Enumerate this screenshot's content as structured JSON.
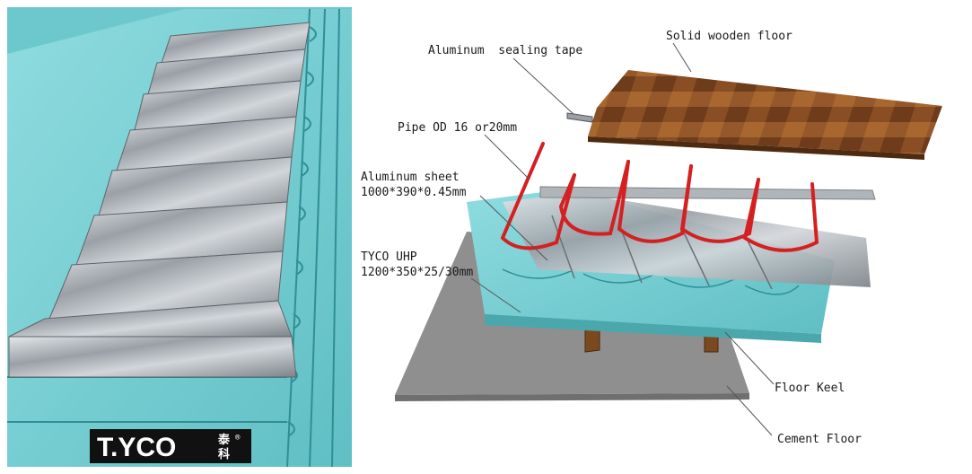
{
  "brand": {
    "logo_text": "T.YCO",
    "logo_cjk_top": "泰",
    "logo_cjk_bottom": "科",
    "registered_mark": "®"
  },
  "labels": {
    "sealing_tape": "Aluminum  sealing tape",
    "wooden_floor": "Solid wooden floor",
    "pipe": "Pipe OD 16 or20mm",
    "sheet_name": "Aluminum sheet",
    "sheet_dims": "1000*390*0.45mm",
    "board_name": "TYCO UHP",
    "board_dims": "1200*350*25/30mm",
    "floor_keel": "Floor Keel",
    "cement_floor": "Cement Floor"
  },
  "colors": {
    "board_blue": "#7fd3d6",
    "board_groove": "#2b8f95",
    "aluminum": "#b9bec3",
    "wood_light": "#a0602f",
    "wood_dark": "#6b3a1a",
    "pipe_red": "#d42020",
    "cement": "#8e8e8e",
    "keel": "#7a4a1e"
  }
}
